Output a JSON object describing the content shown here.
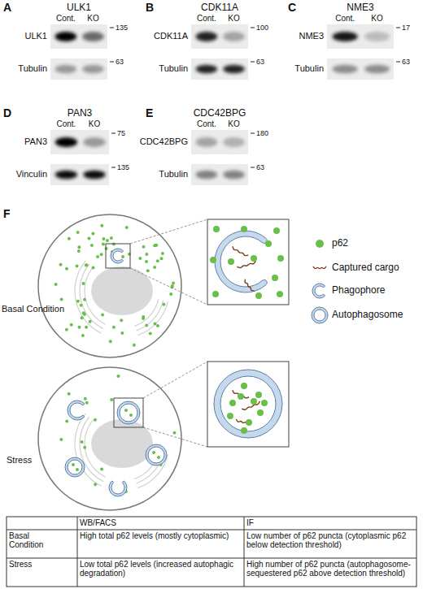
{
  "diagram": {
    "labels": [
      "A",
      "ULK1",
      "Cont.",
      "KO",
      "ULK1",
      "135",
      "Tubulin",
      "63",
      "B",
      "CDK11A",
      "Cont.",
      "KO",
      "CDK11A",
      "100",
      "Tubulin",
      "63",
      "C",
      "NME3",
      "Cont.",
      "KO",
      "NME3",
      "17",
      "Tubulin",
      "63",
      "D",
      "PAN3",
      "Cont.",
      "KO",
      "PAN3",
      "75",
      "Vinculin",
      "135",
      "E",
      "CDC42BPG",
      "Cont.",
      "KO",
      "CDC42BPG",
      "180",
      "Tubulin",
      "63",
      "F",
      "Basal Condition",
      "Stress",
      "WB/FACS",
      "IF",
      "Basal Condition",
      "High total p62 levels (mostly cytoplasmic)",
      "Low number of p62 puncta (cytoplasmic p62 below detection threshold)",
      "Stress",
      "Low total p62 levels (increased autophagic degradation)",
      "High number of p62 puncta (autophagosome-sequestered p62 above detection threshold)"
    ],
    "legend": [
      {
        "text": "p62",
        "color": "#6abf4b"
      },
      {
        "text": "Captured cargo"
      },
      {
        "text": "Phagophore"
      },
      {
        "text": "Autophagosome"
      }
    ]
  }
}
